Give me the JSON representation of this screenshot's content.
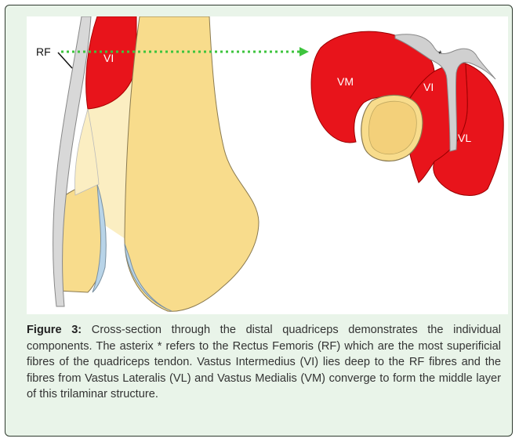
{
  "figure": {
    "labels": {
      "rf": "RF",
      "vi_left": "VI",
      "vm": "VM",
      "vi_right": "VI",
      "vl": "VL",
      "asterisk": "*"
    },
    "colors": {
      "frame_bg": "#e9f4e9",
      "muscle": "#e8141b",
      "bone": "#f8dc8c",
      "tendon": "#cfcfcf",
      "cartilage": "#b8d4e8",
      "arrow": "#3ec43e"
    }
  },
  "caption": {
    "label": "Figure 3:",
    "text": " Cross-section through the distal quadriceps demonstrates the individual components. The asterix * refers to the Rectus Femoris (RF) which are the most superificial fibres of the quadriceps tendon. Vastus Intermedius (VI) lies deep to the RF fibres and the fibres from Vastus Lateralis (VL) and Vastus Medialis (VM) converge to form the middle layer of this trilaminar structure."
  }
}
